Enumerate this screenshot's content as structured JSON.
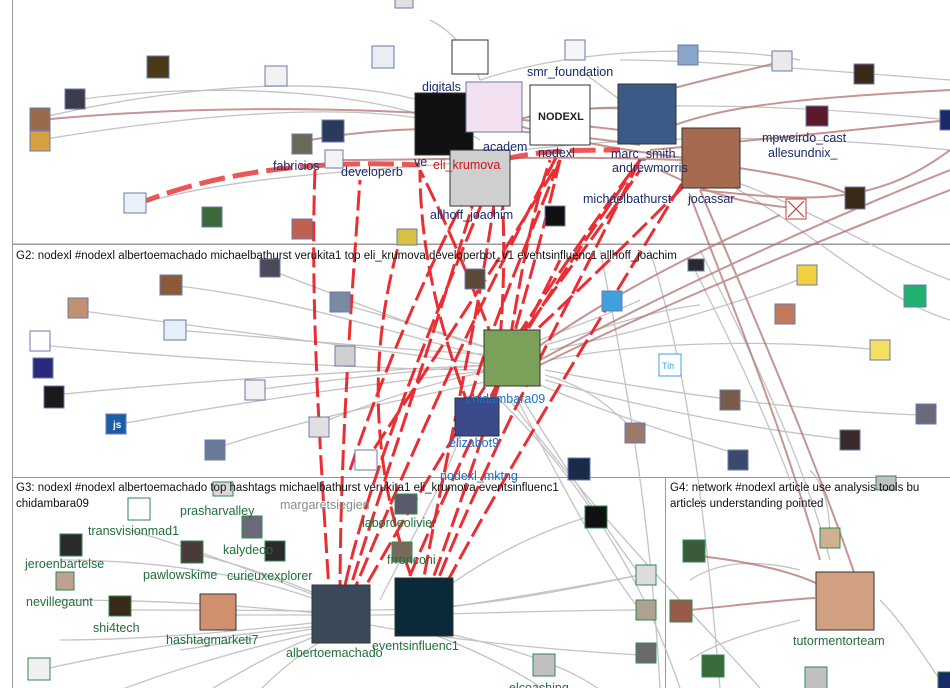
{
  "groups": [
    {
      "id": "G2",
      "label": "G2: nodexl #nodexl albertoemachado michaelbathurst verukita1 top eli_krumova developerbot_v1 eventsinfluenc1 allhoff_joachim"
    },
    {
      "id": "G3",
      "label_line1": "G3: nodexl #nodexl albertoemachado top hashtags michaelbathurst verukita1 eli_krumova eventsinfluenc1",
      "label_line2": "chidambara09"
    },
    {
      "id": "G4",
      "label_line1": "G4: network #nodexl article use analysis tools bu",
      "label_line2": "articles understanding pointed"
    }
  ],
  "node_labels": {
    "g1": [
      "smr_foundation",
      "digitals",
      "nodexl",
      "marc_smith",
      "mpweirdo_cast",
      "allesundnix_",
      "fabricios",
      "developerb",
      "eli_krumova",
      "michaelbathurst",
      "andrewmorris",
      "jocassar",
      "allhoff_joachim",
      "academ",
      "ve"
    ],
    "g2": [
      "chidambara09",
      "elizabot9",
      "nodexl_mktng"
    ],
    "g3": [
      "transvisionmad1",
      "prasharvalley",
      "margaretsiegien",
      "labordeolivier",
      "jeroenbartelse",
      "kalydeoo",
      "pawlowskime",
      "curieuxexplorer",
      "frronconi",
      "nevillegaunt",
      "shi4tech",
      "hashtagmarketi7",
      "albertoemachado",
      "eventsinfluenc1",
      "elcoaching"
    ],
    "g4": [
      "tutormentorteam"
    ]
  },
  "icon_texts": {
    "nodexl_logo": "NODEXL",
    "js_badge": "js",
    "tih_badge": "Tih"
  }
}
